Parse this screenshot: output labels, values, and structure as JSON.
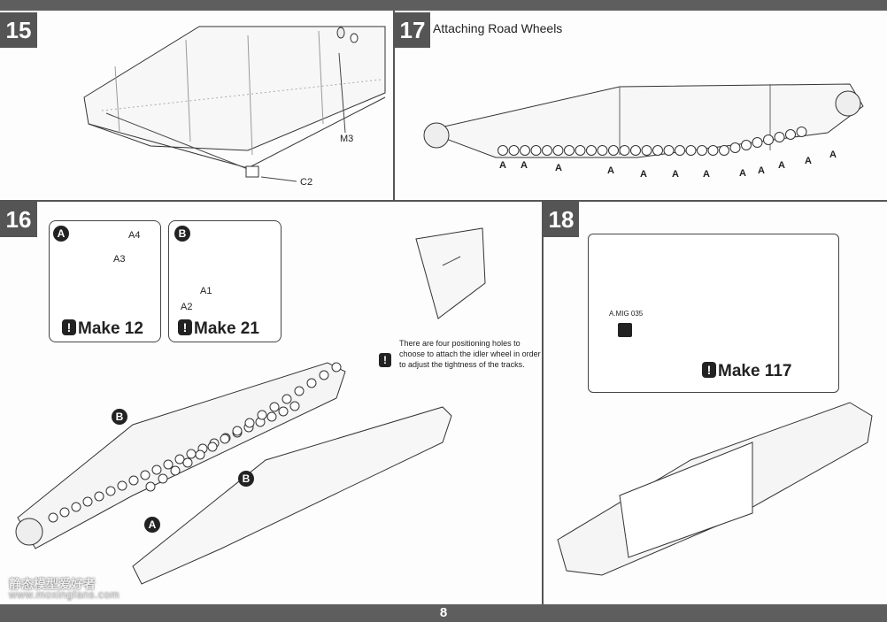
{
  "page_number": "8",
  "watermark": {
    "chinese": "静态模型爱好者",
    "url": "www.moxingfans.com"
  },
  "steps": {
    "s15": {
      "number": "15",
      "labels": {
        "m3": "M3",
        "c2": "C2"
      }
    },
    "s17": {
      "number": "17",
      "title": "Attaching Road Wheels",
      "wheel_label": "A"
    },
    "s16": {
      "number": "16",
      "callout_a": {
        "badge": "A",
        "a4": "A4",
        "a3": "A3",
        "make": "Make 12"
      },
      "callout_b": {
        "badge": "B",
        "a1": "A1",
        "a2": "A2",
        "make": "Make 21"
      },
      "note": "There are four positioning holes to choose to attach the idler wheel in order to adjust the tightness of the tracks.",
      "marker_a": "A",
      "marker_b": "B"
    },
    "s18": {
      "number": "18",
      "paint": "A.MIG 035",
      "make": "Make 117"
    }
  }
}
